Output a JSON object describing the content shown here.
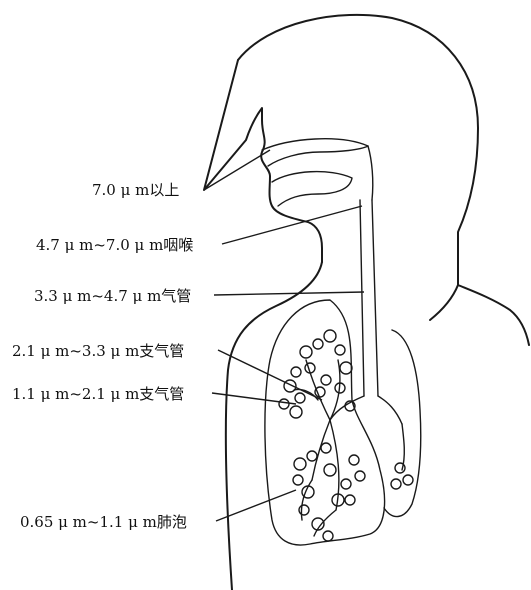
{
  "labels": [
    {
      "id": "nasal",
      "text": "7.0 μ m以上"
    },
    {
      "id": "pharynx",
      "text": "4.7 μ m~7.0 μ m咽喉"
    },
    {
      "id": "trachea",
      "text": "3.3 μ m~4.7 μ m气管"
    },
    {
      "id": "bronchi",
      "text": "2.1 μ m~3.3 μ m支气管"
    },
    {
      "id": "bronchioles",
      "text": "1.1 μ m~2.1 μ m支气管"
    },
    {
      "id": "alveoli",
      "text": "0.65 μ m~1.1 μ m肺泡"
    }
  ]
}
